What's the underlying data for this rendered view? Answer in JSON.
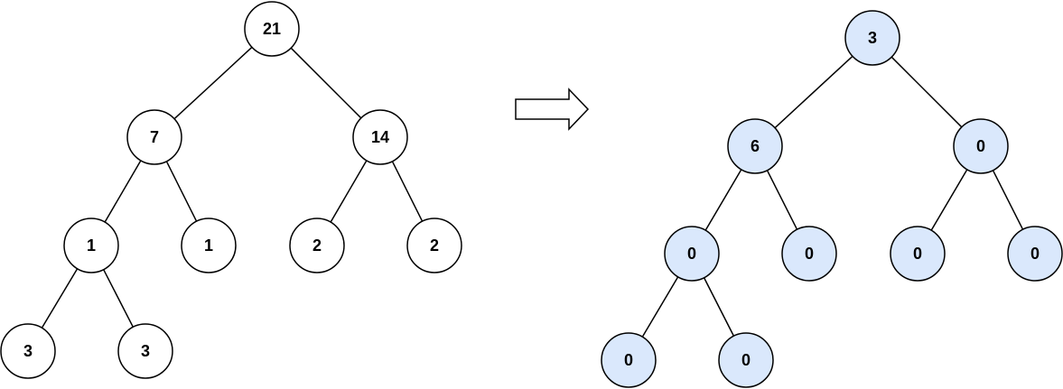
{
  "colors": {
    "left_node_fill": "#ffffff",
    "right_node_fill": "#dae8fc",
    "stroke": "#000000",
    "arrow_fill": "#ffffff"
  },
  "left_tree": {
    "nodes": [
      {
        "id": "root",
        "label": "21"
      },
      {
        "id": "l",
        "label": "7"
      },
      {
        "id": "r",
        "label": "14"
      },
      {
        "id": "ll",
        "label": "1"
      },
      {
        "id": "lr",
        "label": "1"
      },
      {
        "id": "rl",
        "label": "2"
      },
      {
        "id": "rr",
        "label": "2"
      },
      {
        "id": "lll",
        "label": "3"
      },
      {
        "id": "llr",
        "label": "3"
      }
    ],
    "edges": [
      [
        "root",
        "l"
      ],
      [
        "root",
        "r"
      ],
      [
        "l",
        "ll"
      ],
      [
        "l",
        "lr"
      ],
      [
        "r",
        "rl"
      ],
      [
        "r",
        "rr"
      ],
      [
        "ll",
        "lll"
      ],
      [
        "ll",
        "llr"
      ]
    ]
  },
  "right_tree": {
    "nodes": [
      {
        "id": "root",
        "label": "3"
      },
      {
        "id": "l",
        "label": "6"
      },
      {
        "id": "r",
        "label": "0"
      },
      {
        "id": "ll",
        "label": "0"
      },
      {
        "id": "lr",
        "label": "0"
      },
      {
        "id": "rl",
        "label": "0"
      },
      {
        "id": "rr",
        "label": "0"
      },
      {
        "id": "lll",
        "label": "0"
      },
      {
        "id": "llr",
        "label": "0"
      }
    ],
    "edges": [
      [
        "root",
        "l"
      ],
      [
        "root",
        "r"
      ],
      [
        "l",
        "ll"
      ],
      [
        "l",
        "lr"
      ],
      [
        "r",
        "rl"
      ],
      [
        "r",
        "rr"
      ],
      [
        "ll",
        "lll"
      ],
      [
        "ll",
        "llr"
      ]
    ]
  },
  "arrow": {
    "icon": "right-arrow-icon"
  }
}
